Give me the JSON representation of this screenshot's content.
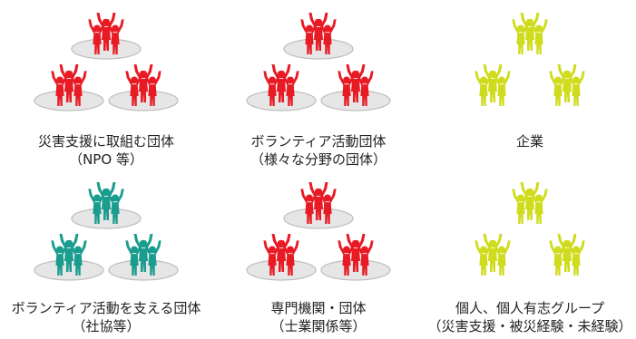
{
  "colors": {
    "red": "#e81b25",
    "teal": "#1a9c8e",
    "lime": "#cfdc1d",
    "ellipse_fill": "#e6e6e6",
    "ellipse_stroke": "#bdbdbd"
  },
  "groups": [
    {
      "line1": "災害支援に取組む団体",
      "line2": "（NPO 等）",
      "color": "red",
      "ellipse": true,
      "icon": "group-of-people-icon"
    },
    {
      "line1": "ボランティア活動団体",
      "line2": "（様々な分野の団体）",
      "color": "red",
      "ellipse": true,
      "icon": "group-of-people-icon"
    },
    {
      "line1": "企業",
      "line2": "",
      "color": "lime",
      "ellipse": false,
      "icon": "group-of-people-icon"
    },
    {
      "line1": "ボランティア活動を支える団体",
      "line2": "（社協等）",
      "color": "teal",
      "ellipse": true,
      "icon": "group-of-people-icon"
    },
    {
      "line1": "専門機関・団体",
      "line2": "（士業関係等）",
      "color": "red",
      "ellipse": true,
      "icon": "group-of-people-icon"
    },
    {
      "line1": "個人、個人有志グループ",
      "line2": "（災害支援・被災経験・未経験）",
      "color": "lime",
      "ellipse": false,
      "icon": "group-of-people-icon"
    }
  ]
}
